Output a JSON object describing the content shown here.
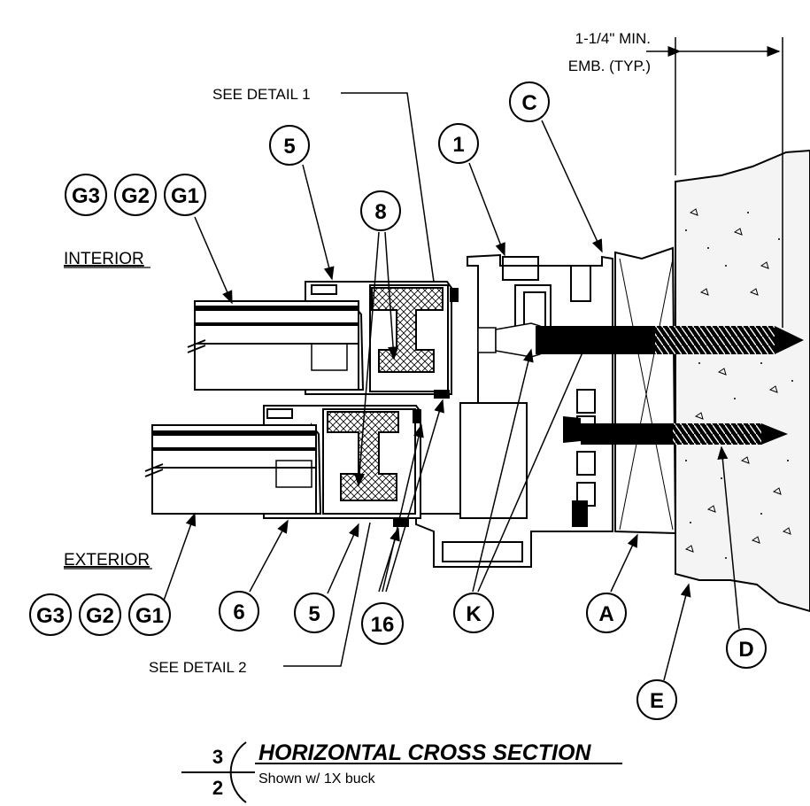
{
  "dimension_note": {
    "line1": "1-1/4\" MIN.",
    "line2": "EMB. (TYP.)"
  },
  "detail_refs": {
    "detail1": "SEE DETAIL 1",
    "detail2": "SEE DETAIL 2"
  },
  "sides": {
    "interior": "INTERIOR",
    "exterior": "EXTERIOR"
  },
  "callouts": {
    "c": "C",
    "one": "1",
    "five_top": "5",
    "eight": "8",
    "g3": "G3",
    "g2": "G2",
    "g1": "G1",
    "six": "6",
    "five_bottom": "5",
    "sixteen": "16",
    "k": "K",
    "a": "A",
    "d": "D",
    "e": "E"
  },
  "title_block": {
    "detail_number": "3",
    "sheet_number": "2",
    "title": "HORIZONTAL CROSS SECTION",
    "subtitle": "Shown w/ 1X buck"
  },
  "colors": {
    "ink": "#000000",
    "paper": "#ffffff",
    "concrete_fill": "#f4f4f4"
  }
}
